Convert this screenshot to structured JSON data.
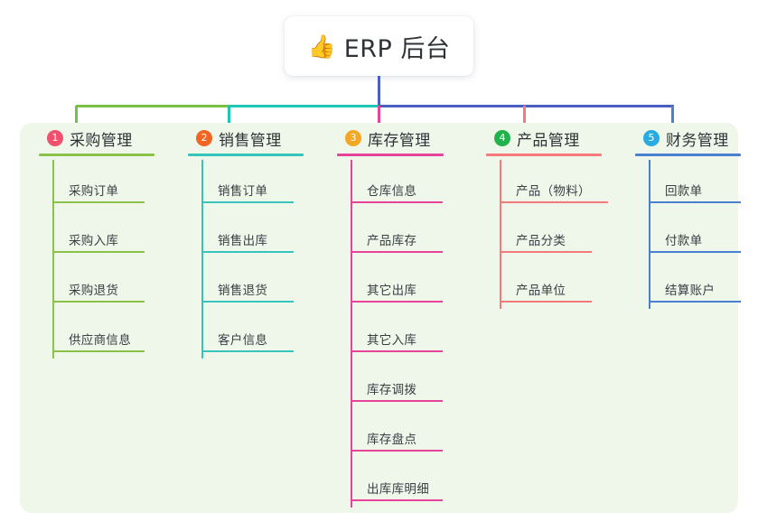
{
  "title": {
    "emoji": "👍",
    "emoji_name": "thumbs-up-icon",
    "text": "ERP 后台"
  },
  "theme": {
    "panel_background": "#eef7e9",
    "page_background": "#ffffff",
    "title_text_color": "#2f3337",
    "trunk_color": "#4a5fc1"
  },
  "connectors": {
    "trunk": "#4a5fc1",
    "bus_left_green": "#7ac143",
    "bus_teal": "#1ec6b6",
    "bus_right_blue": "#4a5fc1",
    "drop_1": "#7ac143",
    "drop_2": "#1ec6b6",
    "drop_3": "#e8439a",
    "drop_4": "#f4797a",
    "drop_5": "#4a7ed0"
  },
  "columns": [
    {
      "badge": "1",
      "badge_color": "#f0506e",
      "title": "采购管理",
      "accent": "#8bc34a",
      "items": [
        "采购订单",
        "采购入库",
        "采购退货",
        "供应商信息"
      ]
    },
    {
      "badge": "2",
      "badge_color": "#f26522",
      "title": "销售管理",
      "accent": "#35c5bd",
      "items": [
        "销售订单",
        "销售出库",
        "销售退货",
        "客户信息"
      ]
    },
    {
      "badge": "3",
      "badge_color": "#f5a623",
      "title": "库存管理",
      "accent": "#e8439a",
      "items": [
        "仓库信息",
        "产品库存",
        "其它出库",
        "其它入库",
        "库存调拨",
        "库存盘点",
        "出库库明细"
      ]
    },
    {
      "badge": "4",
      "badge_color": "#22b24c",
      "title": "产品管理",
      "accent": "#f4797a",
      "items": [
        "产品（物料）",
        "产品分类",
        "产品单位"
      ]
    },
    {
      "badge": "5",
      "badge_color": "#29abe2",
      "title": "财务管理",
      "accent": "#4a7ed0",
      "items": [
        "回款单",
        "付款单",
        "结算账户"
      ]
    }
  ]
}
